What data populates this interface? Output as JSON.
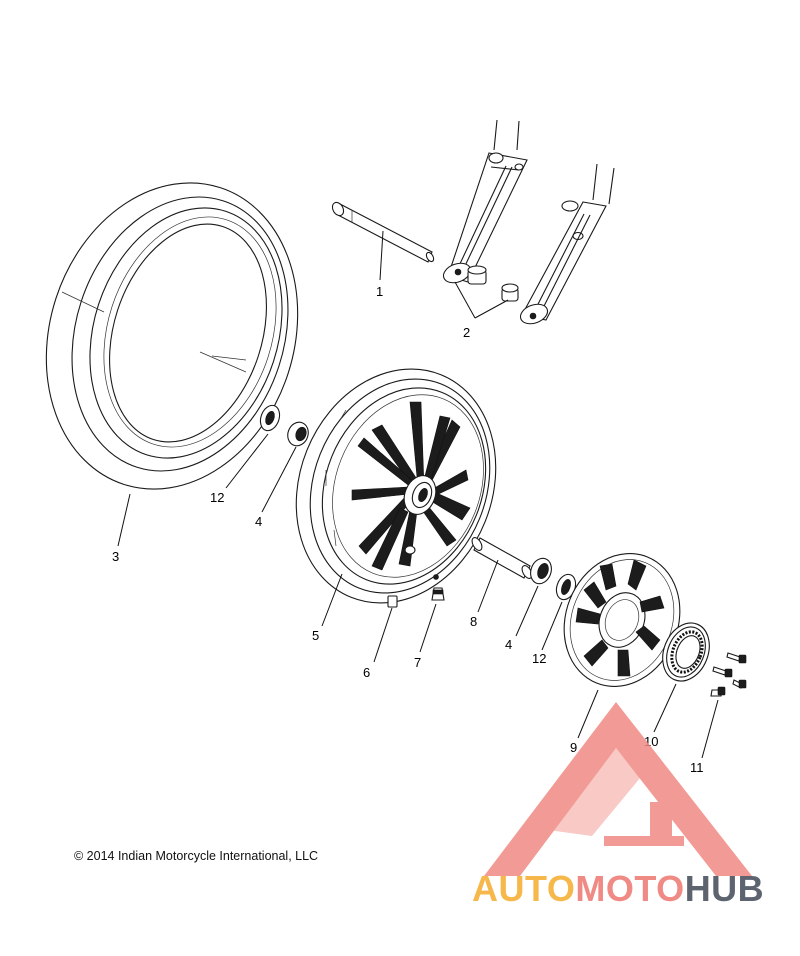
{
  "callouts": [
    {
      "id": "1",
      "text": "1"
    },
    {
      "id": "2",
      "text": "2"
    },
    {
      "id": "3",
      "text": "3"
    },
    {
      "id": "4a",
      "text": "4"
    },
    {
      "id": "4b",
      "text": "4"
    },
    {
      "id": "5",
      "text": "5"
    },
    {
      "id": "6",
      "text": "6"
    },
    {
      "id": "7",
      "text": "7"
    },
    {
      "id": "8",
      "text": "8"
    },
    {
      "id": "9",
      "text": "9"
    },
    {
      "id": "10",
      "text": "10"
    },
    {
      "id": "11",
      "text": "11"
    },
    {
      "id": "12a",
      "text": "12"
    },
    {
      "id": "12b",
      "text": "12"
    }
  ],
  "copyright": "© 2014 Indian Motorcycle International, LLC",
  "watermark": {
    "part1": "AUTO",
    "part2": "MOTO",
    "part3": "HUB",
    "colors": {
      "part1": "#f7b84b",
      "part2": "#f08a84",
      "part3": "#5d6470",
      "logo": "#f08a84"
    }
  }
}
